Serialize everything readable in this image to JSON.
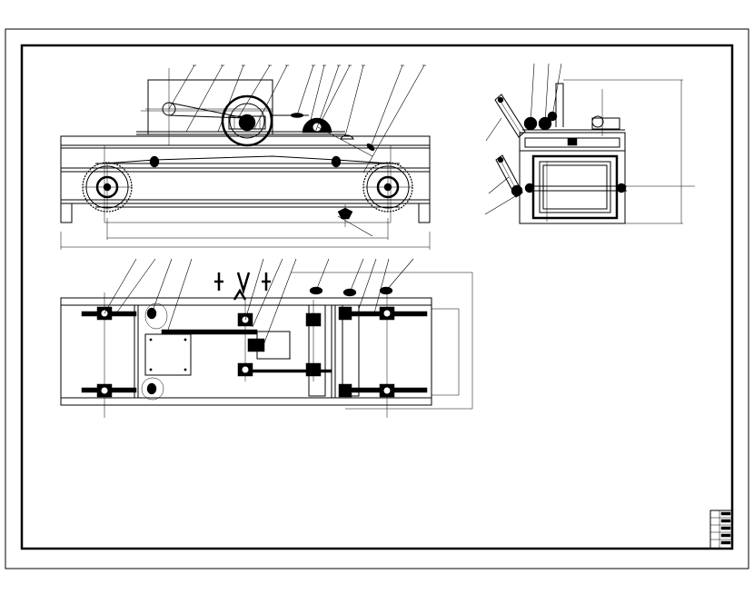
{
  "drawing": {
    "type": "mechanical-assembly-drawing",
    "views": [
      "front-elevation",
      "side-elevation",
      "plan-view"
    ],
    "line_color": "#000000",
    "background_color": "#ffffff",
    "callouts_legible": false
  },
  "title_block": {
    "position": "bottom-right",
    "rows": 5
  }
}
